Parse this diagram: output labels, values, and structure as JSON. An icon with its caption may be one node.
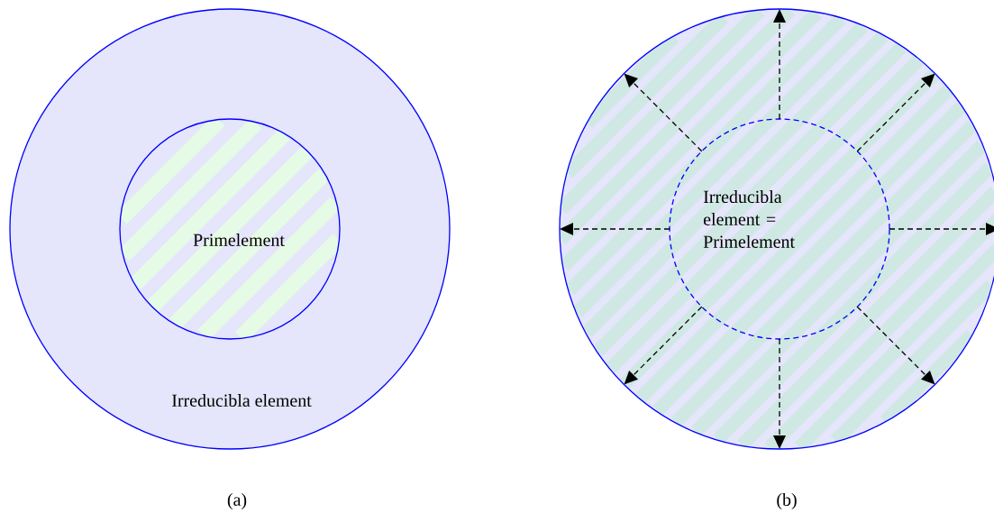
{
  "diagram": {
    "nodes": [
      {
        "text": [
          "Irreducibla element"
        ]
      },
      {
        "text": [
          "Primelement"
        ],
        "in": 0
      },
      {
        "text": [],
        "shape": "circle"
      },
      {
        "text": [
          "Irreducibla element = Primelement"
        ],
        "in": 2
      }
    ],
    "edges": [
      {
        "from": 3,
        "to": 2,
        "arrow": "to",
        "style": "dashed"
      },
      {
        "from": 3,
        "to": 2,
        "arrow": "to",
        "style": "dashed"
      },
      {
        "from": 3,
        "to": 2,
        "arrow": "to",
        "style": "dashed"
      },
      {
        "from": 3,
        "to": 2,
        "arrow": "to",
        "style": "dashed"
      },
      {
        "from": 3,
        "to": 2,
        "arrow": "to",
        "style": "dashed"
      },
      {
        "from": 3,
        "to": 2,
        "arrow": "to",
        "style": "dashed"
      },
      {
        "from": 3,
        "to": 2,
        "arrow": "to",
        "style": "dashed"
      },
      {
        "from": 3,
        "to": 2,
        "arrow": "to",
        "style": "dashed"
      }
    ],
    "labels": [
      "(a)",
      "(b)"
    ]
  }
}
